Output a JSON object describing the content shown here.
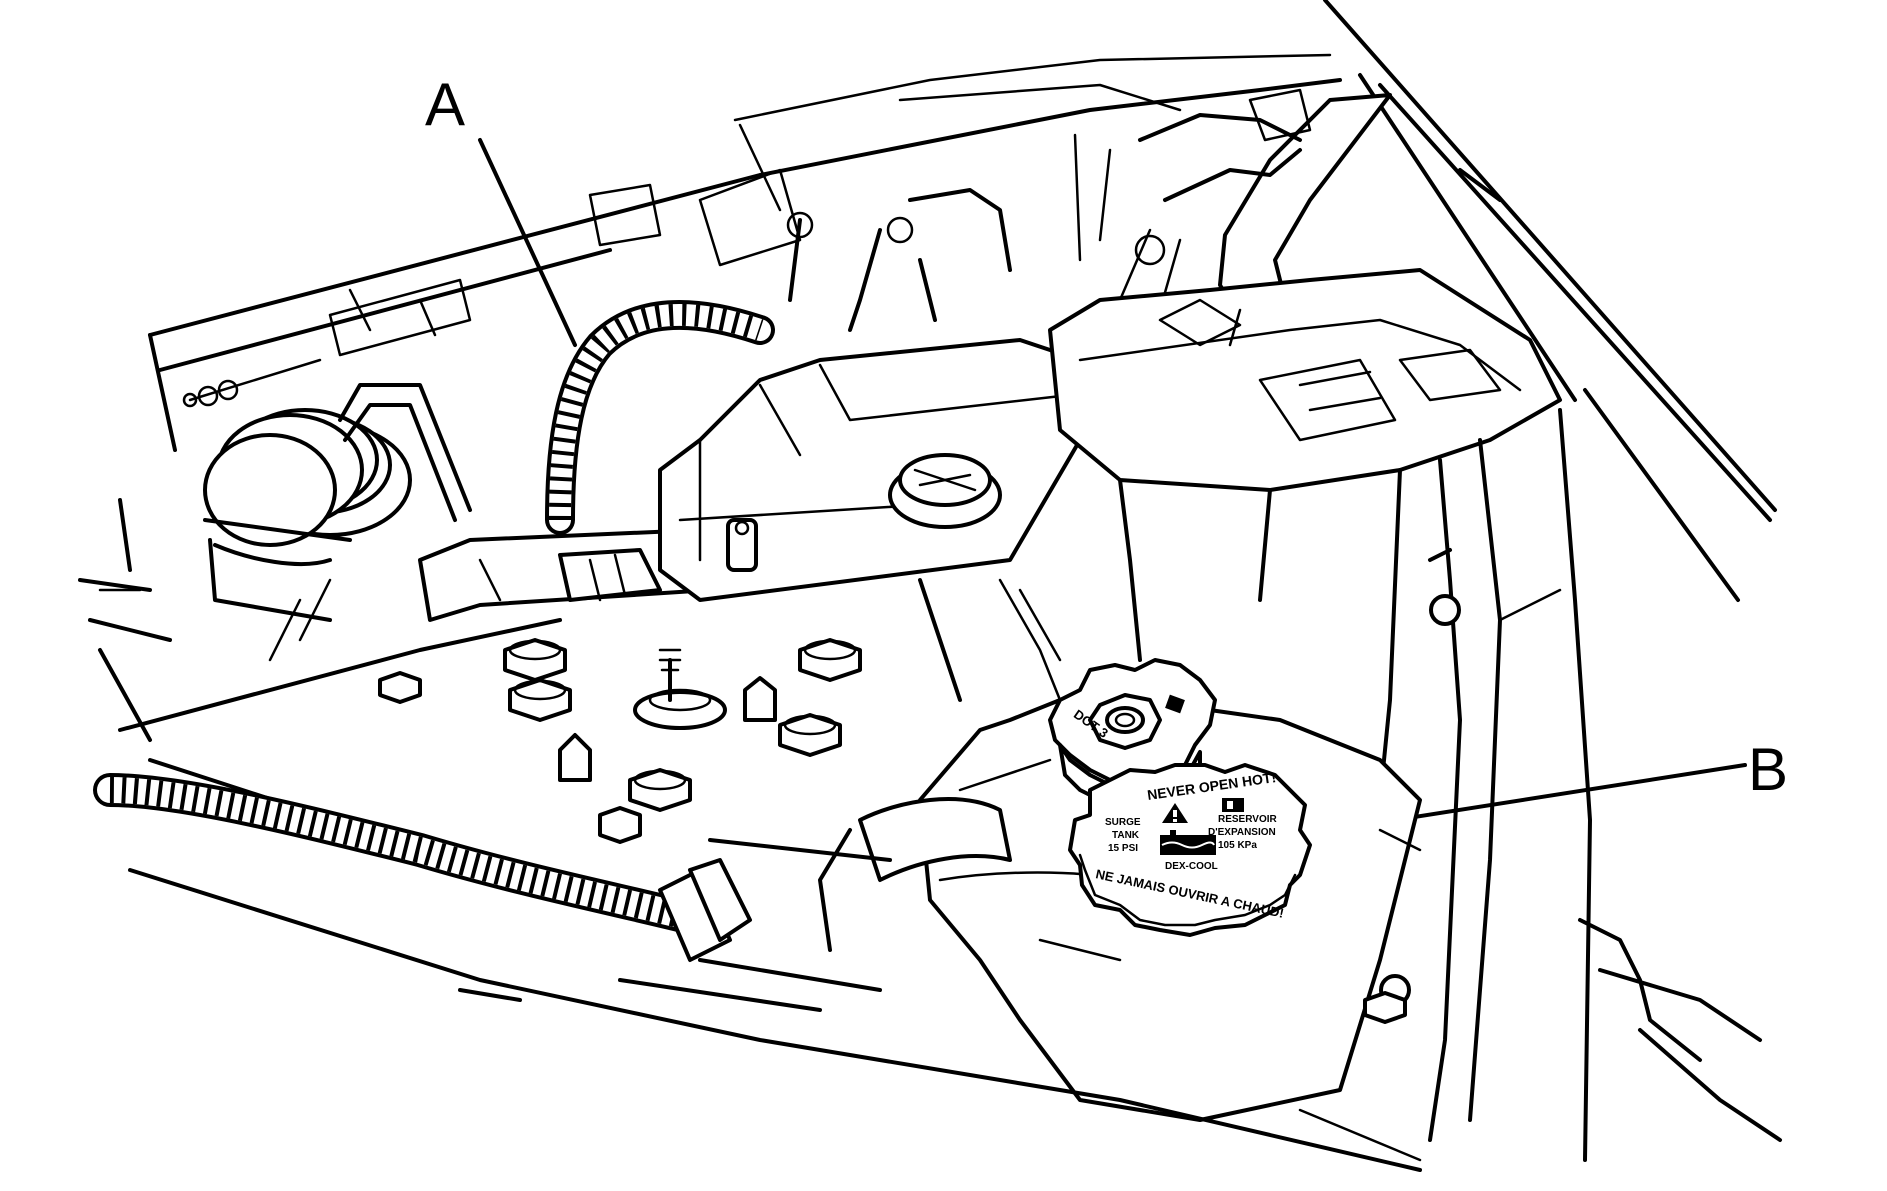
{
  "callouts": {
    "a_label": "A",
    "b_label": "B"
  },
  "brake_cap": {
    "label": "DOT 3"
  },
  "surge_cap": {
    "top_text": "NEVER OPEN HOT!",
    "left_line1": "SURGE",
    "left_line2": "TANK",
    "left_line3": "15 PSI",
    "right_line1": "RESERVOIR",
    "right_line2": "D'EXPANSION",
    "right_line3": "105 KPa",
    "center_text": "DEX-COOL",
    "bottom_text": "NE JAMAIS OUVRIR A CHAUD!"
  },
  "colors": {
    "line": "#000000",
    "background": "#ffffff"
  }
}
